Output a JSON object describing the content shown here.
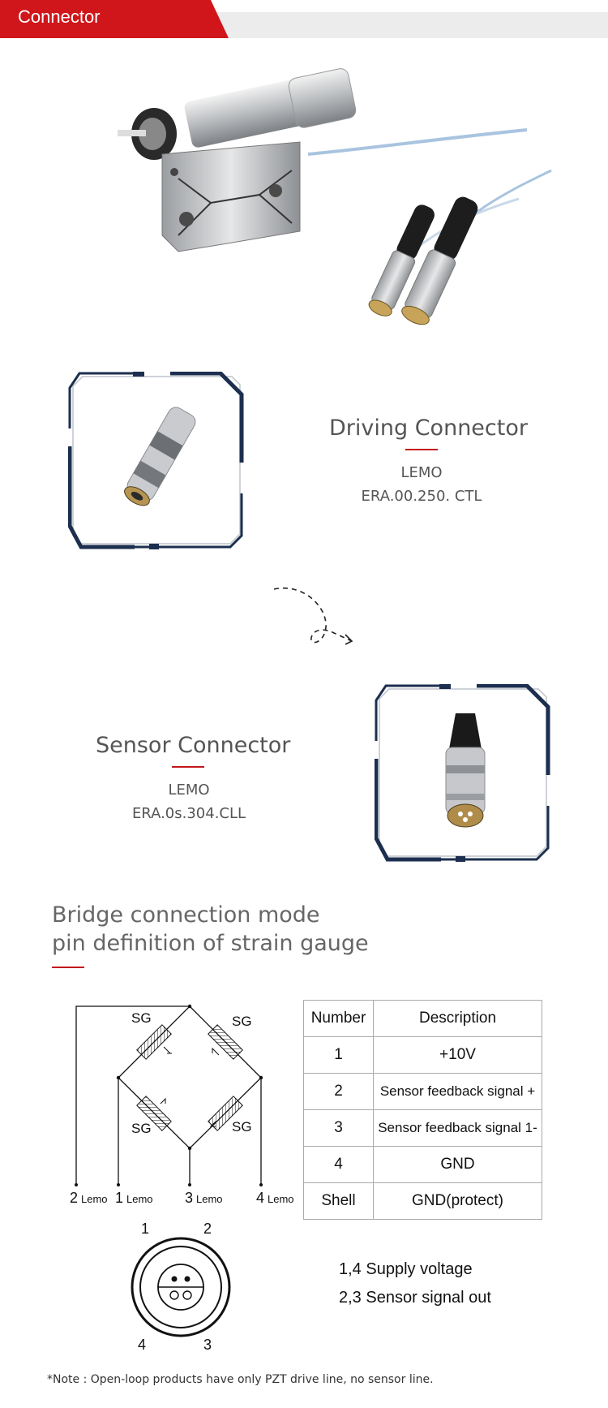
{
  "header": {
    "title": "Connector"
  },
  "driving": {
    "title": "Driving Connector",
    "brand": "LEMO",
    "model": "ERA.00.250. CTL"
  },
  "sensor": {
    "title": "Sensor Connector",
    "brand": "LEMO",
    "model": "ERA.0s.304.CLL"
  },
  "bridge": {
    "title_line1": "Bridge connection mode",
    "title_line2": "pin definition of strain gauge",
    "sg_label": "SG",
    "pins": [
      {
        "num": "2",
        "label": "Lemo"
      },
      {
        "num": "1",
        "label": "Lemo"
      },
      {
        "num": "3",
        "label": "Lemo"
      },
      {
        "num": "4",
        "label": "Lemo"
      }
    ],
    "connector_pins": [
      "1",
      "2",
      "4",
      "3"
    ]
  },
  "table": {
    "headers": [
      "Number",
      "Description"
    ],
    "rows": [
      [
        "1",
        "+10V"
      ],
      [
        "2",
        "Sensor feedback signal +"
      ],
      [
        "3",
        "Sensor feedback signal 1-"
      ],
      [
        "4",
        "GND"
      ],
      [
        "Shell",
        "GND(protect)"
      ]
    ]
  },
  "legend": {
    "line1": "1,4 Supply voltage",
    "line2": "2,3 Sensor signal out"
  },
  "note": "*Note : Open-loop products have only PZT drive line, no sensor line.",
  "colors": {
    "brand_red": "#d0161a",
    "frame_navy": "#1c2f4f"
  }
}
